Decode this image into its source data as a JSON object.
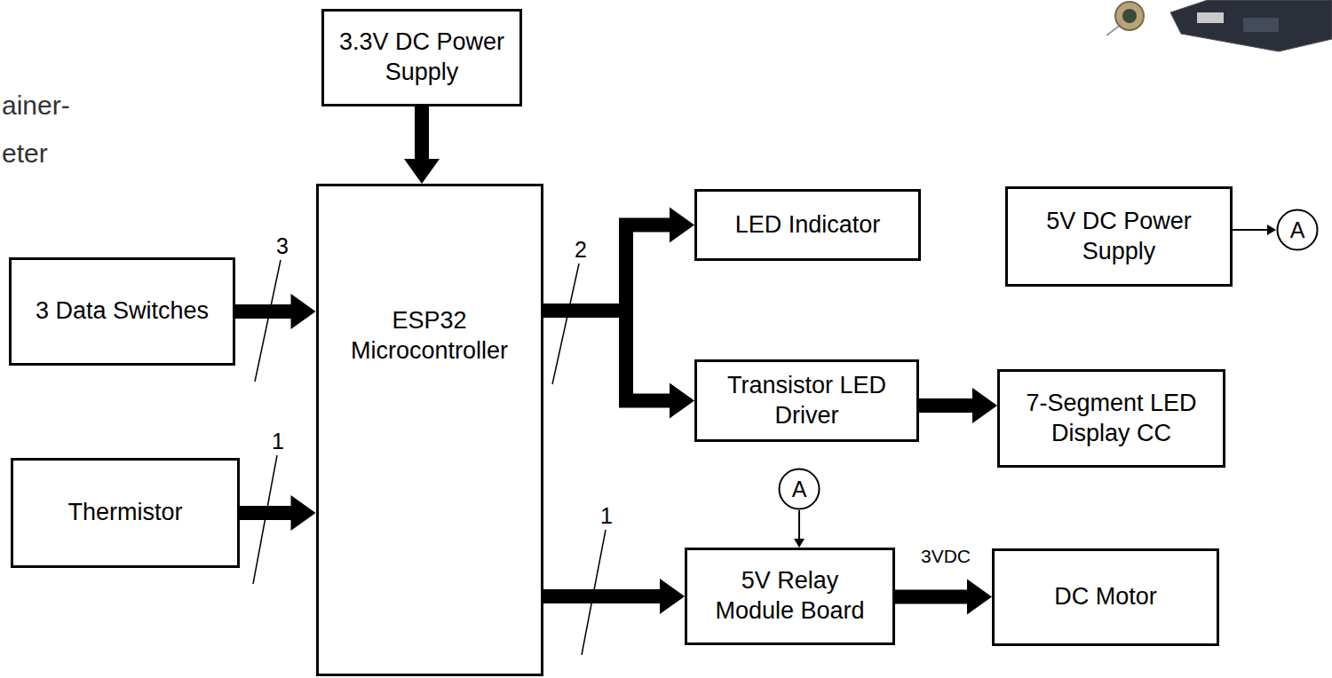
{
  "diagram": {
    "nodes": [
      {
        "text": [
          "3.3V DC Power Supply"
        ]
      },
      {
        "text": [
          "ESP32 Microcontroller"
        ]
      },
      {
        "text": [
          "3 Data Switches"
        ]
      },
      {
        "text": [
          "Thermistor"
        ]
      },
      {
        "text": [
          "LED Indicator"
        ]
      },
      {
        "text": [
          "Transistor LED Driver"
        ]
      },
      {
        "text": [
          "7-Segment LED Display CC"
        ]
      },
      {
        "text": [
          "5V DC Power Supply"
        ]
      },
      {
        "text": [
          "A"
        ]
      },
      {
        "text": [
          "A"
        ]
      },
      {
        "text": [
          "5V Relay Module Board"
        ]
      },
      {
        "text": [
          "DC Motor"
        ]
      }
    ],
    "edges": [
      {
        "from": 0,
        "to": 1,
        "arrow": "to"
      },
      {
        "from": 2,
        "to": 1,
        "label": "3",
        "arrow": "to"
      },
      {
        "from": 3,
        "to": 1,
        "label": "1",
        "arrow": "to"
      },
      {
        "from": 1,
        "to": 4,
        "label": "2",
        "arrow": "to"
      },
      {
        "from": 1,
        "to": 5,
        "arrow": "to"
      },
      {
        "from": 5,
        "to": 6,
        "arrow": "to"
      },
      {
        "from": 7,
        "to": 8,
        "arrow": "to"
      },
      {
        "from": 9,
        "to": 10,
        "arrow": "to"
      },
      {
        "from": 1,
        "to": 10,
        "label": "1",
        "arrow": "to"
      },
      {
        "from": 10,
        "to": 11,
        "label": "3VDC",
        "arrow": "to"
      }
    ],
    "labels": [
      "ainer-",
      "eter"
    ]
  }
}
